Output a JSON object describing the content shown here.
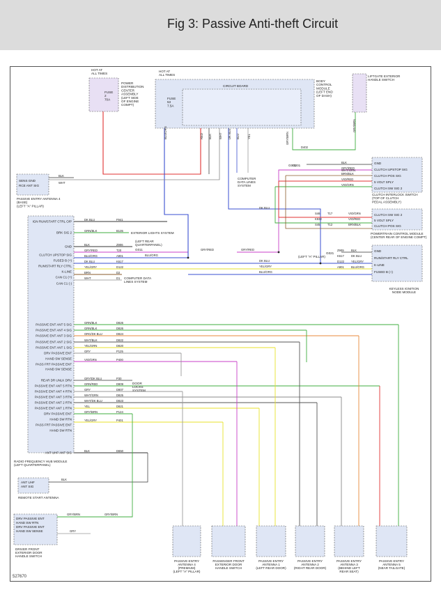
{
  "header": {
    "title": "Fig 3: Passive Anti-theft Circuit"
  },
  "diagram_id": "527670",
  "components": {
    "pdc": [
      "POWER",
      "DISTRIBUTION",
      "CENTER",
      "ASSEMBLY",
      "(LEFT SIDE",
      "OF ENGINE",
      "COMPT)"
    ],
    "pdc_hot": [
      "HOT AT",
      "ALL TIMES"
    ],
    "pdc_fuse": [
      "FUSE",
      "2",
      "70A"
    ],
    "bcm": [
      "BODY",
      "CONTROL",
      "MODULE",
      "(LEFT END",
      "OF DASH)"
    ],
    "bcm_hot": [
      "HOT AT",
      "ALL TIMES"
    ],
    "bcm_fuse": [
      "FUSE",
      "53",
      "7.5A"
    ],
    "circuit_board": "CIRCUIT BOARD",
    "liftgate": [
      "LIFTGATE EXTERIOR",
      "HANDLE SWITCH"
    ],
    "base_antenna": [
      "PASSIVE ENTRY ANTENNA 4",
      "(BASE)",
      "(LEFT \"A\" PILLAR)"
    ],
    "base_antenna_pins": [
      "SENS GND",
      "RCE ANT SIG"
    ],
    "clutch": [
      "CLUTCH INTERLOCK SWITCH",
      "(TOP OF CLUTCH",
      "PEDAL ASSEMBLY)"
    ],
    "clutch_pins": [
      "GND",
      "CLUTCH UPSTOP SIG",
      "CLUTCH POS SIG",
      "5 VOLT SPLY",
      "CLUTCH SW SIG 2"
    ],
    "pcm": [
      "POWERTRAIN CONTROL MODULE",
      "(CENTER REAR OF ENGINE COMPT)"
    ],
    "pcm_pins": [
      "CLUTCH SW SIG 2",
      "5 VOLT SPLY",
      "CLUTCH POS SIG"
    ],
    "kin": [
      "KEYLESS IGNITION",
      "NODE MODULE"
    ],
    "kin_pins": [
      "GND",
      "RUN/START RLY CTRL",
      "K-LINE",
      "FUSED B (+)"
    ],
    "rfhm": [
      "RADIO FREQUENCY HUB MODULE",
      "(LEFT QUARTERPANEL)"
    ],
    "rfhm_pins": [
      "IGN RUN/START CTRL O/P",
      "BRK SIG 2",
      "GND",
      "CLUTCH UPSTOP SIG",
      "FUSED B (+)",
      "RUN/START RLY CTRL",
      "K-LINE",
      "CAN C1 (+)",
      "CAN C1 (-)",
      "PASSIVE ENT ANT 5 SIG",
      "PASSIVE ENT ANT 4 SIG",
      "PASSIVE ENT ANT 3 SIG",
      "PASSIVE ENT ANT 2 SIG",
      "PASSIVE ENT ANT 1 SIG",
      "DRV PASSIVE ENT",
      "HAND SW SENSE",
      "PASS FRT PASSIVE ENT",
      "HAND SW SENSE",
      "REAR DR UNLK DRV",
      "PASSIVE ENT ANT 5 RTN",
      "PASSIVE ENT ANT 4 RTN",
      "PASSIVE ENT ANT 3 RTN",
      "PASSIVE ENT ANT 2 RTN",
      "PASSIVE ENT ANT 1 RTN",
      "DRV PASSIVE ENT",
      "HAND SW RTN",
      "PASS FRT PASSIVE ENT",
      "HAND SW RTN",
      "ANT UHF ANT SIG"
    ],
    "rs_antenna": [
      "REMOTE START ANTENNA"
    ],
    "rs_antenna_pins": [
      "ANT UHF",
      "ANT SIG"
    ],
    "drv_handle": [
      "DRIVER FRONT",
      "EXTERIOR DOOR",
      "HANDLE SWITCH"
    ],
    "drv_handle_pins": [
      "DRV PASSIVE ENT",
      "HAND SW RTN",
      "DRV PASSIVE ENT",
      "HAND SW SENSE"
    ],
    "bottom": [
      [
        "PASSIVE ENTRY",
        "ANTENNA 4",
        "(PREMIUM)",
        "(LEFT \"A\" PILLAR)"
      ],
      [
        "PASSENGER FRONT",
        "EXTERIOR DOOR",
        "HANDLE SWITCH"
      ],
      [
        "PASSIVE ENTRY",
        "ANTENNA 1",
        "(LEFT REAR DOOR)"
      ],
      [
        "PASSIVE ENTRY",
        "ANTENNA 2",
        "(RIGHT REAR DOOR)"
      ],
      [
        "PASSIVE ENTRY",
        "ANTENNA 3",
        "(BEHIND LEFT",
        "REAR SEAT)"
      ],
      [
        "PASSIVE ENTRY",
        "ANTENNA 5",
        "(NEAR TAILGATE)"
      ]
    ],
    "exterior_lights": "EXTERIOR LIGHTS SYSTEM",
    "door_locks": [
      "DOOR",
      "LOCKS",
      "SYSTEM"
    ],
    "computer_data": [
      "COMPUTER",
      "DATA LINES",
      "SYSTEM"
    ],
    "computer_data_2": [
      "COMPUTER DATA",
      "LINES SYSTEM"
    ],
    "left_rear_qp": [
      "(LEFT REAR",
      "QUARTERPANEL)"
    ],
    "left_a_pillar": "(LEFT \"A\" PILLAR)"
  },
  "wires": {
    "rfhm": [
      {
        "color": "DK BLU",
        "circuit": "F941"
      },
      {
        "color": "GRN/BLK",
        "circuit": "B135"
      },
      {
        "color": "BLK",
        "circuit": "Z906"
      },
      {
        "color": "GRY/RED",
        "circuit": "T20"
      },
      {
        "color": "BLU/ORG",
        "circuit": "A901"
      },
      {
        "color": "DK BLU",
        "circuit": "K617"
      },
      {
        "color": "YEL/GRY",
        "circuit": "D122"
      },
      {
        "color": "BRN",
        "circuit": "D2"
      },
      {
        "color": "WHT",
        "circuit": "D1"
      },
      {
        "color": "GRN/BLK",
        "circuit": "D826"
      },
      {
        "color": "GRN/BLK",
        "circuit": "D826"
      },
      {
        "color": "ORG/DK BLU",
        "circuit": "D824"
      },
      {
        "color": "WHT/BLK",
        "circuit": "D822"
      },
      {
        "color": "YEL/GRN",
        "circuit": "D820"
      },
      {
        "color": "GRY",
        "circuit": "P125"
      },
      {
        "color": "VIO/GRN",
        "circuit": "P400"
      },
      {
        "color": "GRY/DK BLU",
        "circuit": "P30"
      },
      {
        "color": "GRN/RED",
        "circuit": "D809"
      },
      {
        "color": "GRY",
        "circuit": "D807"
      },
      {
        "color": "WHT/GRN",
        "circuit": "D825"
      },
      {
        "color": "WHT/DK BLU",
        "circuit": "D823"
      },
      {
        "color": "YEL",
        "circuit": "D821"
      },
      {
        "color": "GRY/BRN",
        "circuit": "P124"
      },
      {
        "color": "YEL/GRY",
        "circuit": "P401"
      },
      {
        "color": "BLK",
        "circuit": "D650"
      }
    ],
    "base_antenna": [
      {
        "color": "BLK"
      },
      {
        "color": "WHT"
      }
    ],
    "clutch": [
      "BLK",
      "GRY/RED",
      "BRN/BLK",
      "VIO/RED",
      "VIO/GRN"
    ],
    "pcm": [
      {
        "color": "VIO/GRN",
        "circuit": "S46",
        "circuit2": "T17"
      },
      {
        "color": "VIO/RED",
        "circuit": "K932",
        "circuit2": ""
      },
      {
        "color": "",
        "circuit": "S45",
        "circuit2": "T12"
      }
    ],
    "pcm_wire_labels": [
      "VIO/GRN",
      "VIO/RED",
      "BRN/BLK"
    ],
    "kin": [
      {
        "color": "BLK",
        "circuit": "Z909"
      },
      {
        "color": "DK BLU",
        "circuit": "K617"
      },
      {
        "color": "YEL/GRY",
        "circuit": "D122"
      },
      {
        "color": "BLU/ORG",
        "circuit": "A901"
      }
    ],
    "kin_left": [
      "DK BLU",
      "YEL/GRY",
      "BLU/ORG"
    ],
    "bcm_vertical": [
      "BLU/ORG",
      "RED",
      "BLK",
      "WHT",
      "DK BLU",
      "BLU",
      "YEL"
    ],
    "gnd_labels": [
      "G001",
      "G011",
      "G021",
      "G201"
    ],
    "misc": [
      "GRY/RED",
      "BLU/ORG",
      "GRY/BRN",
      "GRY/RED",
      "DK BLU",
      "WHT/GRN",
      "GRY/BRN",
      "D402"
    ]
  },
  "colors": {
    "red": "#e03030",
    "blue": "#3a4fd0",
    "green": "#3fae3f",
    "yellow": "#e8e22a",
    "magenta": "#c83fc8",
    "orange": "#e88a3a",
    "purple_box": "#e8e0f4",
    "lightblue_box": "#dfe6f5",
    "gray_wire": "#9a9a9a",
    "dark_wire": "#333333"
  }
}
